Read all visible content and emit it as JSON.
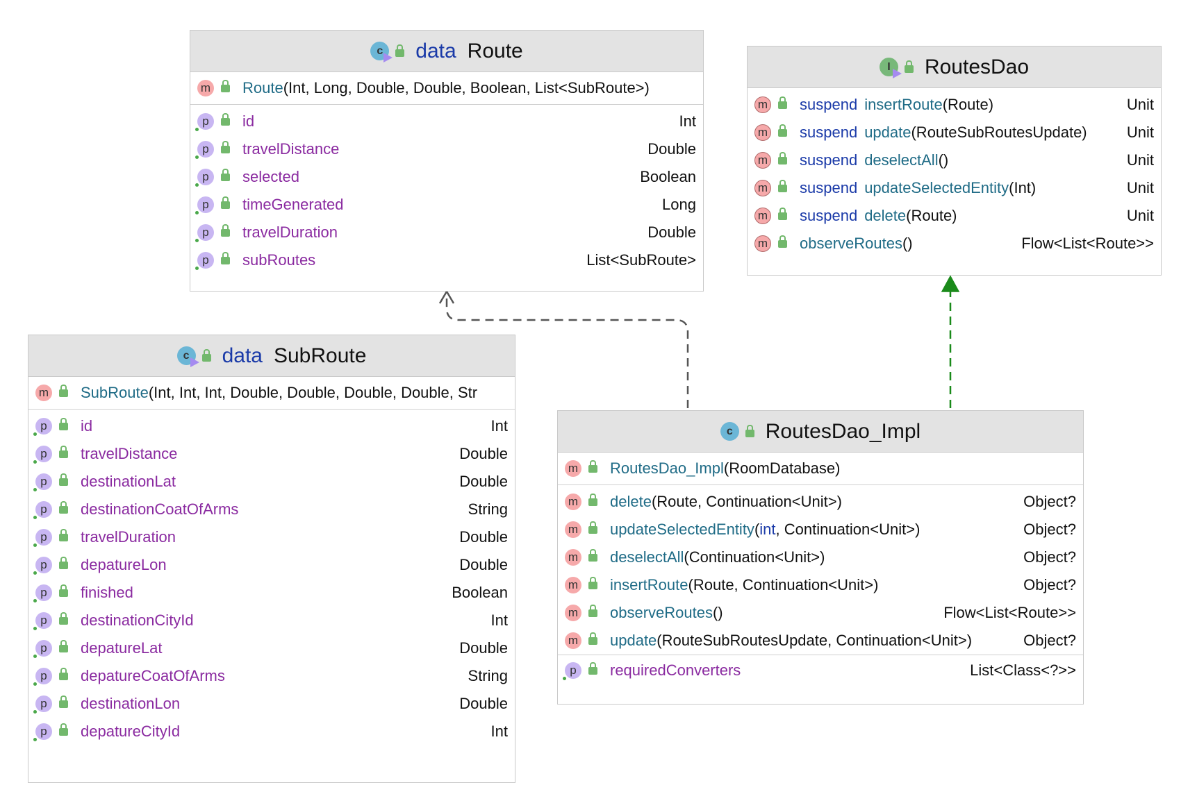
{
  "route": {
    "keyword": "data",
    "name": "Route",
    "constructor": {
      "name": "Route",
      "params": "(Int, Long, Double, Double, Boolean, List<SubRoute>)"
    },
    "properties": [
      {
        "name": "id",
        "type": "Int"
      },
      {
        "name": "travelDistance",
        "type": "Double"
      },
      {
        "name": "selected",
        "type": "Boolean"
      },
      {
        "name": "timeGenerated",
        "type": "Long"
      },
      {
        "name": "travelDuration",
        "type": "Double"
      },
      {
        "name": "subRoutes",
        "type": "List<SubRoute>"
      }
    ]
  },
  "routesDao": {
    "name": "RoutesDao",
    "methods": [
      {
        "kw": "suspend",
        "name": "insertRoute",
        "params": "(Route)",
        "type": "Unit"
      },
      {
        "kw": "suspend",
        "name": "update",
        "params": "(RouteSubRoutesUpdate)",
        "type": "Unit"
      },
      {
        "kw": "suspend",
        "name": "deselectAll",
        "params": "()",
        "type": "Unit"
      },
      {
        "kw": "suspend",
        "name": "updateSelectedEntity",
        "params": "(Int)",
        "type": "Unit"
      },
      {
        "kw": "suspend",
        "name": "delete",
        "params": "(Route)",
        "type": "Unit"
      },
      {
        "kw": "",
        "name": "observeRoutes",
        "params": "()",
        "type": "Flow<List<Route>>"
      }
    ]
  },
  "subRoute": {
    "keyword": "data",
    "name": "SubRoute",
    "constructor": {
      "name": "SubRoute",
      "params": "(Int, Int, Int, Double, Double, Double, Double, Str"
    },
    "properties": [
      {
        "name": "id",
        "type": "Int"
      },
      {
        "name": "travelDistance",
        "type": "Double"
      },
      {
        "name": "destinationLat",
        "type": "Double"
      },
      {
        "name": "destinationCoatOfArms",
        "type": "String"
      },
      {
        "name": "travelDuration",
        "type": "Double"
      },
      {
        "name": "depatureLon",
        "type": "Double"
      },
      {
        "name": "finished",
        "type": "Boolean"
      },
      {
        "name": "destinationCityId",
        "type": "Int"
      },
      {
        "name": "depatureLat",
        "type": "Double"
      },
      {
        "name": "depatureCoatOfArms",
        "type": "String"
      },
      {
        "name": "destinationLon",
        "type": "Double"
      },
      {
        "name": "depatureCityId",
        "type": "Int"
      }
    ]
  },
  "routesDaoImpl": {
    "name": "RoutesDao_Impl",
    "constructor": {
      "name": "RoutesDao_Impl",
      "params": "(RoomDatabase)"
    },
    "methods": [
      {
        "name": "delete",
        "params": "(Route, Continuation<Unit>)",
        "type": "Object?"
      },
      {
        "name": "updateSelectedEntity",
        "params_kw": "int",
        "params": ", Continuation<Unit>)",
        "type": "Object?"
      },
      {
        "name": "deselectAll",
        "params": "(Continuation<Unit>)",
        "type": "Object?"
      },
      {
        "name": "insertRoute",
        "params": "(Route, Continuation<Unit>)",
        "type": "Object?"
      },
      {
        "name": "observeRoutes",
        "params": "()",
        "type": "Flow<List<Route>>"
      },
      {
        "name": "update",
        "params": "(RouteSubRoutesUpdate, Continuation<Unit>)",
        "type": "Object?"
      }
    ],
    "properties": [
      {
        "name": "requiredConverters",
        "type": "List<Class<?>>"
      }
    ]
  },
  "badges": {
    "method": "m",
    "property": "p",
    "class": "c",
    "interface": "I"
  },
  "colors": {
    "header_bg": "#e3e3e3",
    "method_name": "#1f6b86",
    "property_name": "#8a2aa0",
    "keyword": "#1a3aa8",
    "realization_arrow": "#1a8a1a",
    "dependency_arrow": "#555555"
  },
  "icons": [
    "class-icon",
    "interface-icon",
    "lock-icon",
    "method-badge",
    "property-badge"
  ]
}
